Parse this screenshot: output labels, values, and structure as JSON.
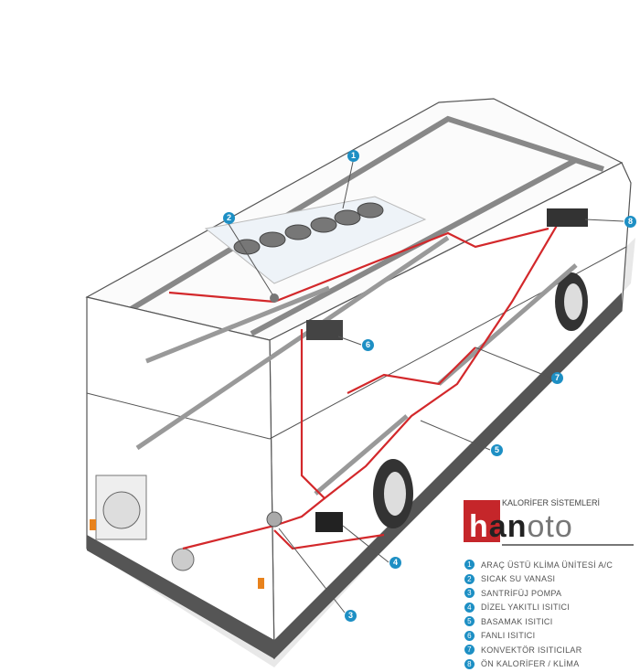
{
  "logo": {
    "subtitle": "KALORİFER SİSTEMLERİ",
    "word_h": "h",
    "word_an": "an",
    "word_oto": "oto",
    "brand_color": "#c5262a"
  },
  "callouts": [
    "1",
    "2",
    "3",
    "4",
    "5",
    "6",
    "7",
    "8"
  ],
  "legend": [
    {
      "num": "1",
      "label": "ARAÇ ÜSTÜ KLİMA ÜNİTESİ A/C"
    },
    {
      "num": "2",
      "label": "SICAK SU VANASI"
    },
    {
      "num": "3",
      "label": "SANTRİFÜJ POMPA"
    },
    {
      "num": "4",
      "label": "DİZEL YAKITLI ISITICI"
    },
    {
      "num": "5",
      "label": "BASAMAK ISITICI"
    },
    {
      "num": "6",
      "label": "FANLI ISITICI"
    },
    {
      "num": "7",
      "label": "KONVEKTÖR ISITICILAR"
    },
    {
      "num": "8",
      "label": "ÖN KALORİFER / KLİMA"
    }
  ],
  "colors": {
    "pipe": "#d3282b",
    "badge": "#1d8fc4",
    "body": "#ffffff",
    "trim": "#8a8a8a"
  }
}
